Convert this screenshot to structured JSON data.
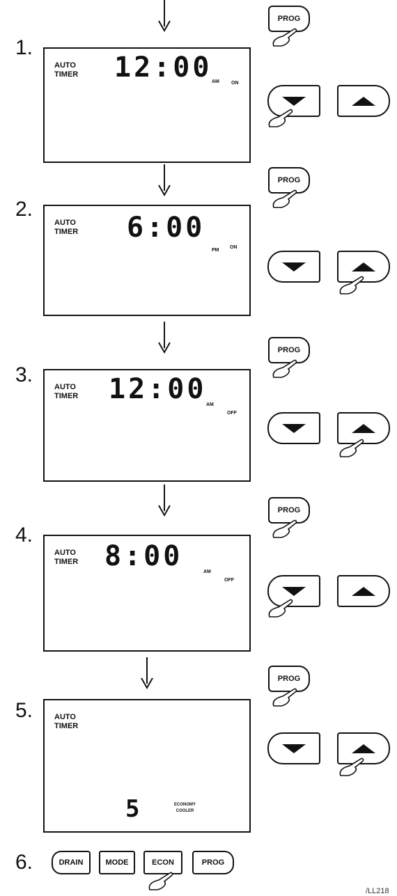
{
  "steps": [
    {
      "number": "1.",
      "mode": "AUTO\nTIMER",
      "time": "12:00",
      "ampm": "AM",
      "state": "ON"
    },
    {
      "number": "2.",
      "mode": "AUTO\nTIMER",
      "time": "6:00",
      "ampm": "PM",
      "state": "ON"
    },
    {
      "number": "3.",
      "mode": "AUTO\nTIMER",
      "time": "12:00",
      "ampm": "AM",
      "state": "OFF"
    },
    {
      "number": "4.",
      "mode": "AUTO\nTIMER",
      "time": "8:00",
      "ampm": "AM",
      "state": "OFF"
    },
    {
      "number": "5.",
      "mode": "AUTO\nTIMER",
      "value": "5",
      "econ_label": "ECONOMY\nCOOLER"
    }
  ],
  "buttons": {
    "prog": "PROG"
  },
  "step6": {
    "number": "6.",
    "buttons": [
      "DRAIN",
      "MODE",
      "ECON",
      "PROG"
    ]
  },
  "footer_code": "/LL218"
}
